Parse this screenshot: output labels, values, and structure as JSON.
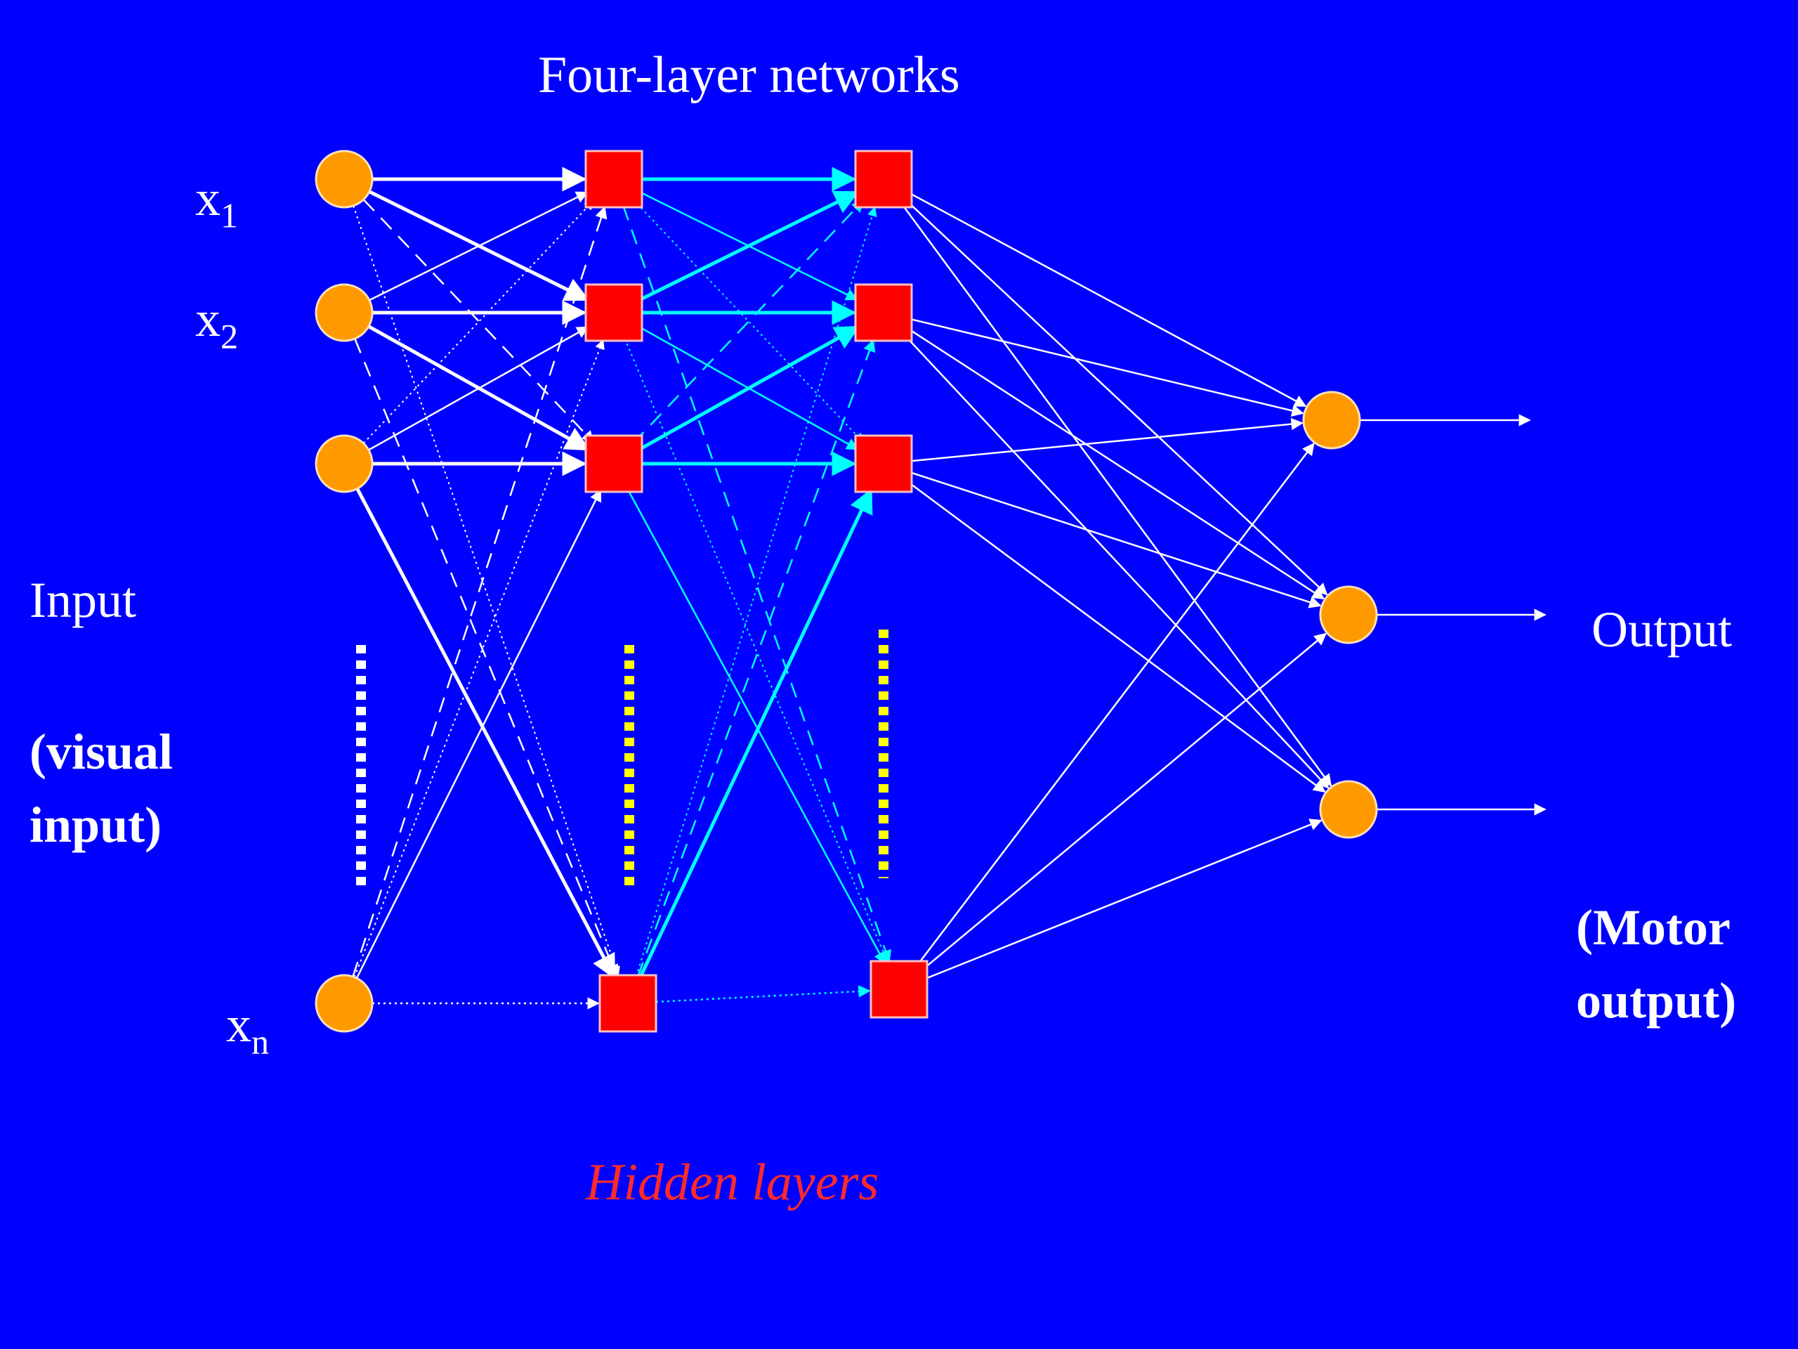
{
  "title": "Four-layer networks",
  "inputs": {
    "x1": {
      "base": "x",
      "sub": "1"
    },
    "x2": {
      "base": "x",
      "sub": "2"
    },
    "xn": {
      "base": "x",
      "sub": "n"
    }
  },
  "input_label": "Input",
  "input_paren_line1": "(visual",
  "input_paren_line2": "input)",
  "output_label": "Output",
  "output_paren_line1": "(Motor",
  "output_paren_line2": "output)",
  "hidden_label": "Hidden layers",
  "colors": {
    "background": "#0000FF",
    "input_node": "#FF9900",
    "hidden_node": "#FF0000",
    "output_node": "#FF9900",
    "edge_input": "#FFFFFF",
    "edge_hidden": "#00FFFF",
    "edge_output": "#FFFFFF",
    "hidden_label": "#FF2A2A",
    "ellipsis_input": "#FFFFFF",
    "ellipsis_hidden": "#FFFF00"
  },
  "network": {
    "layers": [
      {
        "name": "input",
        "shape": "circle",
        "count": 4
      },
      {
        "name": "hidden-1",
        "shape": "square",
        "count": 4
      },
      {
        "name": "hidden-2",
        "shape": "square",
        "count": 4
      },
      {
        "name": "output",
        "shape": "circle",
        "count": 3
      }
    ]
  }
}
